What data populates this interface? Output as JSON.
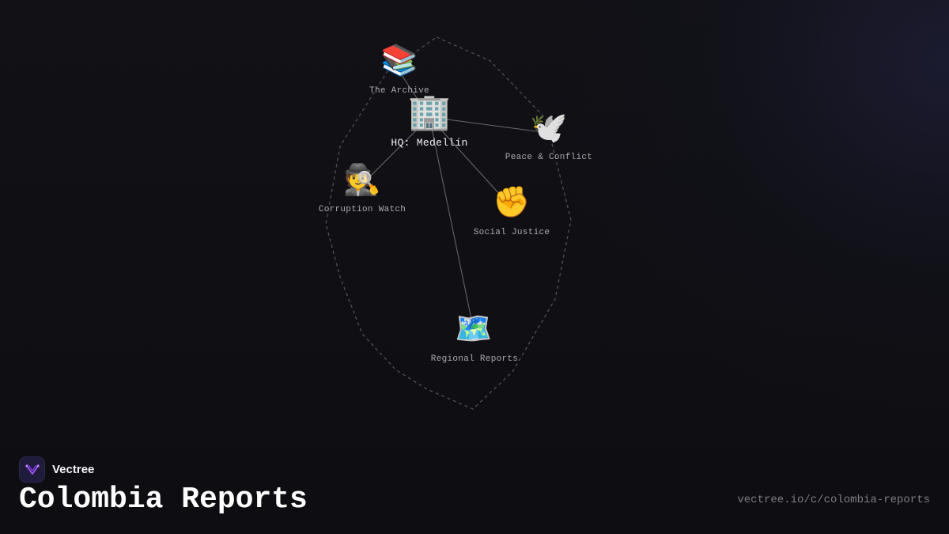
{
  "brand": {
    "name": "Vectree",
    "accent": "#a855f7"
  },
  "page": {
    "title": "Colombia Reports",
    "url": "vectree.io/c/colombia-reports"
  },
  "graph": {
    "hub": {
      "label": "HQ: Medellín",
      "icon": "office-building-icon",
      "emoji": "🏢"
    },
    "nodes": [
      {
        "id": "archive",
        "label": "The Archive",
        "icon": "books-icon",
        "emoji": "📚"
      },
      {
        "id": "peace",
        "label": "Peace & Conflict",
        "icon": "dove-icon",
        "emoji": "🕊️"
      },
      {
        "id": "corruption",
        "label": "Corruption Watch",
        "icon": "detective-icon",
        "emoji": "🕵️"
      },
      {
        "id": "justice",
        "label": "Social Justice",
        "icon": "raised-fist-icon",
        "emoji": "✊"
      },
      {
        "id": "regional",
        "label": "Regional Reports",
        "icon": "map-icon",
        "emoji": "🗺️"
      }
    ],
    "edges": [
      [
        "hub",
        "archive"
      ],
      [
        "hub",
        "peace"
      ],
      [
        "hub",
        "corruption"
      ],
      [
        "hub",
        "justice"
      ],
      [
        "hub",
        "regional"
      ]
    ],
    "colors": {
      "edge": "#6a6a72",
      "boundary": "#55555c",
      "label": "#a9a9b3",
      "hub_label": "#f2f2f5"
    }
  }
}
